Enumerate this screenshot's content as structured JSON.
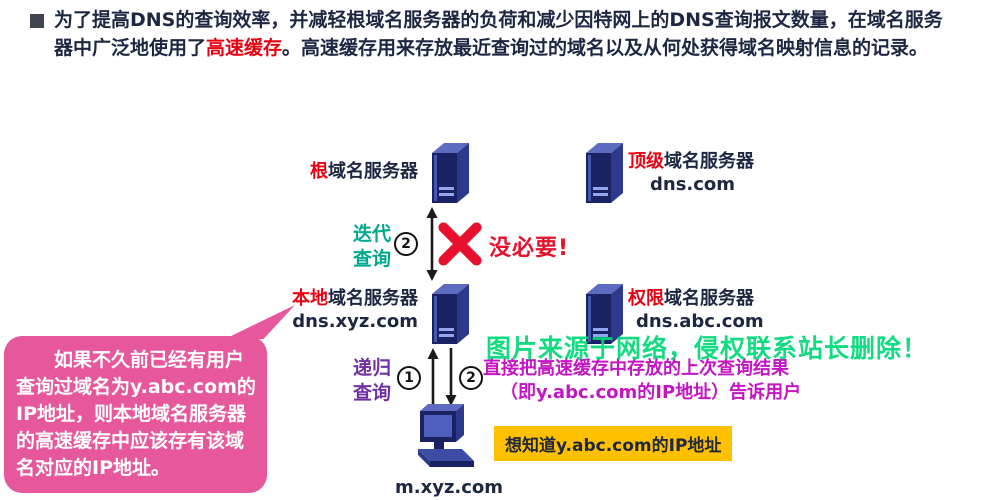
{
  "colors": {
    "red": "#e60012",
    "teal": "#00a88e",
    "purple": "#7030a0",
    "magenta": "#c316c3",
    "pink_callout": "#e7579b",
    "yellow_box": "#ffc000",
    "navy_text": "#1e2742",
    "server_navy": "#1b2264",
    "watermark_green": "#00d977"
  },
  "intro": {
    "before": "为了提高DNS的查询效率，并减轻根域名服务器的负荷和减少因特网上的DNS查询报文数量，在域名服务器中广泛地使用了",
    "highlight": "高速缓存",
    "after": "。高速缓存用来存放最近查询过的域名以及从何处获得域名映射信息的记录。"
  },
  "servers": {
    "root": {
      "prefix": "根",
      "name": "域名服务器"
    },
    "tld": {
      "prefix": "顶级",
      "name": "域名服务器",
      "domain": "dns.com"
    },
    "local": {
      "prefix": "本地",
      "name": "域名服务器",
      "domain": "dns.xyz.com"
    },
    "auth": {
      "prefix": "权限",
      "name": "域名服务器",
      "domain": "dns.abc.com"
    }
  },
  "host": {
    "domain": "m.xyz.com"
  },
  "steps": {
    "iterative_l1": "迭代",
    "iterative_l2": "查询",
    "recursive_l1": "递归",
    "recursive_l2": "查询",
    "step1_num": "1",
    "step2_upper_num": "2",
    "step2_lower_num": "2",
    "no_need": "没必要!",
    "answer_l1": "直接把高速缓存中存放的上次查询结果",
    "answer_l2": "（即y.abc.com的IP地址）告诉用户",
    "query": "想知道y.abc.com的IP地址"
  },
  "callout": {
    "text": "如果不久前已经有用户查询过域名为y.abc.com的IP地址，则本地域名服务器的高速缓存中应该存有该域名对应的IP地址。"
  },
  "watermark": "图片来源于网络，侵权联系站长删除！"
}
